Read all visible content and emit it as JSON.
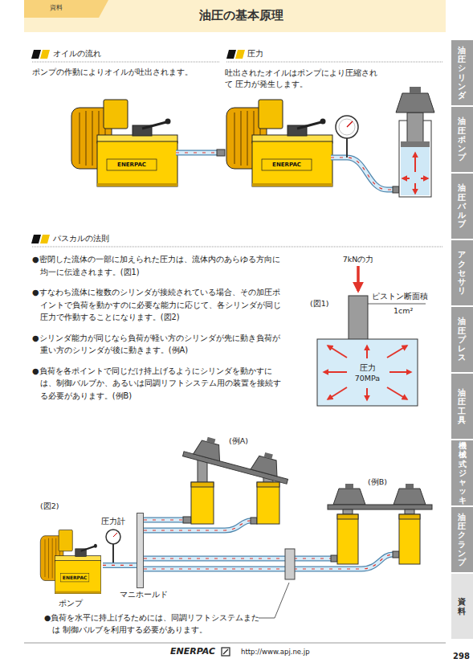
{
  "diagram": {
    "title": "油圧の基本原理",
    "nodes": [
      {
        "text": [
          "ENERPAC"
        ]
      },
      {
        "text": [
          "ENERPAC"
        ]
      },
      {
        "text": [
          "圧力",
          "70MPa"
        ]
      },
      {
        "text": [
          "ENERPAC",
          "ポンプ"
        ]
      },
      {
        "text": [
          "マニホールド"
        ]
      },
      {
        "text": [
          "油圧シリンダ"
        ]
      },
      {
        "text": [
          "油圧ポンプ"
        ]
      },
      {
        "text": [
          "油圧バルブ"
        ]
      },
      {
        "text": [
          "アクセサリ"
        ]
      },
      {
        "text": [
          "油圧プレス"
        ]
      },
      {
        "text": [
          "油圧工具"
        ]
      },
      {
        "text": [
          "機械式ジャッキ"
        ]
      },
      {
        "text": [
          "油圧クランプ"
        ]
      },
      {
        "text": [
          "資料"
        ]
      }
    ],
    "edges": [
      {
        "from": 3,
        "to": 4,
        "arrow": "none"
      }
    ],
    "labels": [
      "資料",
      "オイルの流れ",
      "ポンプの作動によりオイルが吐出されます。",
      "圧力",
      "吐出されたオイルはポンプにより圧縮されて 圧力が発生します。",
      "パスカルの法則",
      "●密閉した流体の一部に加えられた圧力は、流体内のあらゆる方向に均一に伝達されます。(図1)",
      "●すなわち流体に複数のシリンダが接続されている場合、その加圧ポイントで負荷を動かすのに必要な能力に応じて、各シリンダが同じ圧力で作動することになります。(図2)",
      "●シリンダ能力が同じなら負荷が軽い方のシリンダが先に動き負荷が重い方のシリンダが後に動きます。(例A)",
      "●負荷を各ポイントで同じだけ持上げるようにシリンダを動かすには、制御バルブか、あるいは同調リフトシステム用の装置を接続する必要があります。(例B)",
      "7kNの力",
      "ピストン断面積",
      "1cm²",
      "(図1)",
      "(例A)",
      "(例B)",
      "(図2)",
      "圧力計",
      "●負荷を水平に持上げるためには、同調リフトシステムまたは 制御バルブを利用する必要があります。",
      "ENERPAC",
      "http://www.apj.ne.jp",
      "298"
    ]
  }
}
